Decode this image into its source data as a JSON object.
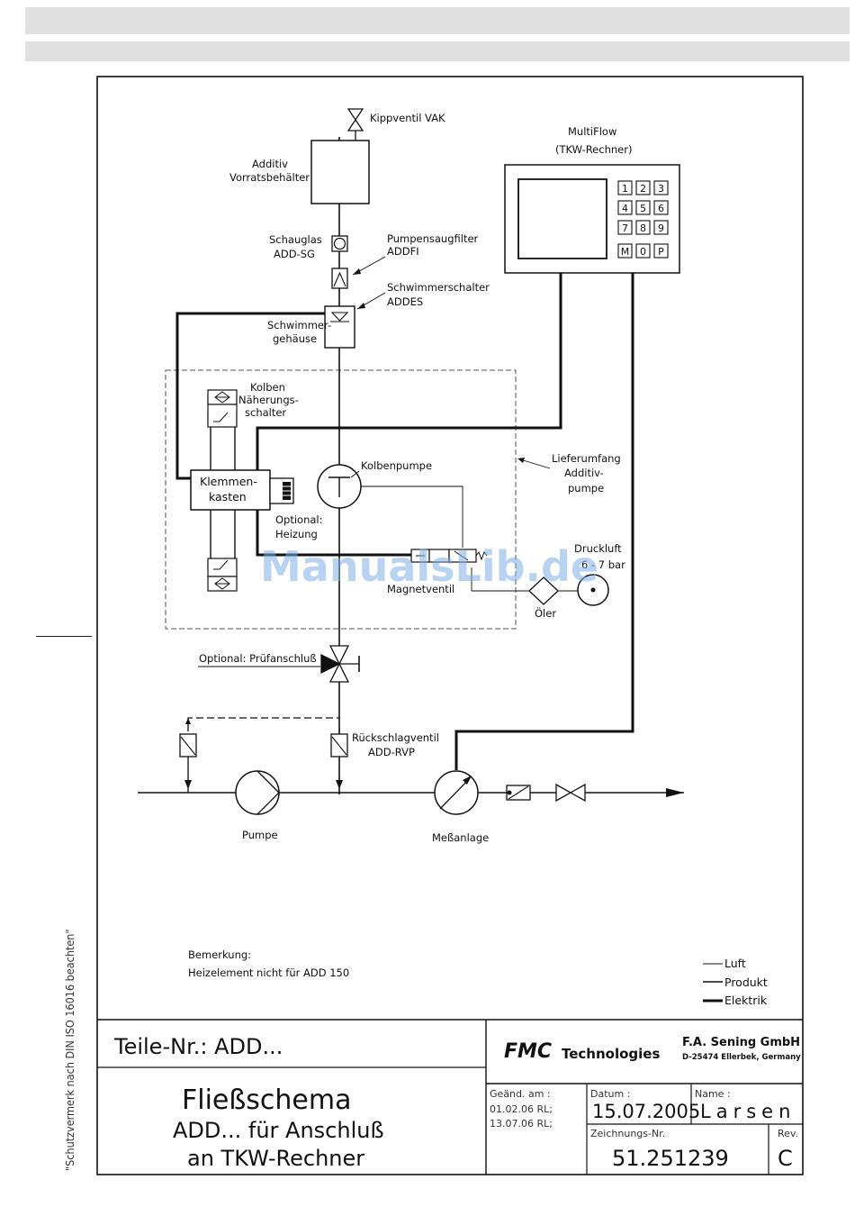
{
  "side_note": "\"Schutzvermerk nach DIN ISO 16016 beachten\"",
  "watermark": "ManualsLib.de",
  "labels": {
    "kippventil": "Kippventil VAK",
    "additiv_l1": "Additiv",
    "additiv_l2": "Vorratsbehälter",
    "multiflow_l1": "MultiFlow",
    "multiflow_l2": "(TKW-Rechner)",
    "schauglas_l1": "Schauglas",
    "schauglas_l2": "ADD-SG",
    "saugfilter_l1": "Pumpensaugfilter",
    "saugfilter_l2": "ADDFI",
    "schwimmerschalter_l1": "Schwimmerschalter",
    "schwimmerschalter_l2": "ADDES",
    "schwimmergehaeuse_l1": "Schwimmer-",
    "schwimmergehaeuse_l2": "gehäuse",
    "kolben_l1": "Kolben",
    "kolben_l2": "Näherungs-",
    "kolben_l3": "schalter",
    "klemmen_l1": "Klemmen-",
    "klemmen_l2": "kasten",
    "kolbenpumpe": "Kolbenpumpe",
    "liefer_l1": "Lieferumfang",
    "liefer_l2": "Additiv-",
    "liefer_l3": "pumpe",
    "heizung_l1": "Optional:",
    "heizung_l2": "Heizung",
    "druckluft_l1": "Druckluft",
    "druckluft_l2": "6 - 7 bar",
    "magnetventil": "Magnetventil",
    "oeler": "Öler",
    "pruefanschluss": "Optional: Prüfanschluß",
    "rueckschlag_l1": "Rückschlagventil",
    "rueckschlag_l2": "ADD-RVP",
    "pumpe": "Pumpe",
    "messanlage": "Meßanlage",
    "bemerkung_l1": "Bemerkung:",
    "bemerkung_l2": "Heizelement nicht für ADD 150"
  },
  "keypad": [
    "1",
    "2",
    "3",
    "4",
    "5",
    "6",
    "7",
    "8",
    "9",
    "M",
    "0",
    "P"
  ],
  "legend": [
    "Luft",
    "Produkt",
    "Elektrik"
  ],
  "title_block": {
    "teile_nr": "Teile-Nr.: ADD...",
    "title_l1": "Fließschema",
    "title_l2": "ADD... für Anschluß",
    "title_l3": "an TKW-Rechner",
    "logo_fmc": "FMC",
    "logo_tech": "Technologies",
    "company": "F.A. Sening GmbH",
    "address": "D-25474 Ellerbek, Germany",
    "geaend_label": "Geänd. am :",
    "geaend_1": "01.02.06 RL;",
    "geaend_2": "13.07.06 RL;",
    "datum_label": "Datum :",
    "datum": "15.07.2005",
    "name_label": "Name :",
    "name": "Larsen",
    "zeichnung_label": "Zeichnungs-Nr.",
    "zeichnung": "51.251239",
    "rev_label": "Rev.",
    "rev": "C"
  }
}
